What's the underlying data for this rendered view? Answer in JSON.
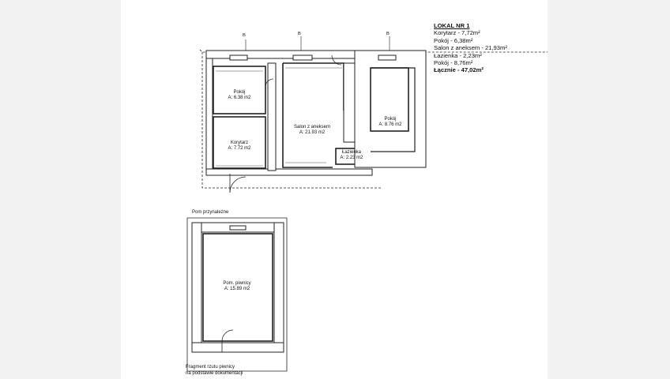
{
  "legend": {
    "title": "LOKAL NR 1",
    "items": [
      {
        "text": "Korytarz - 7,72m²"
      },
      {
        "text": "Pokój - 6,38m²"
      },
      {
        "text": "Salon z aneksem - 21,93m²"
      },
      {
        "text": "Łazienka - 2,23m²"
      },
      {
        "text": "Pokój - 8,76m²"
      }
    ],
    "total": "Łącznie - 47,02m²"
  },
  "rooms": {
    "pokoj_small": {
      "name": "Pokój",
      "area": "A: 6.38 m2"
    },
    "korytarz": {
      "name": "Korytarz",
      "area": "A: 7.72 m2"
    },
    "salon": {
      "name": "Salon z aneksem",
      "area": "A: 21.93 m2"
    },
    "lazienka": {
      "name": "Łazienka",
      "area": "A: 2.23 m2"
    },
    "pokoj_right": {
      "name": "Pokój",
      "area": "A: 8.76 m2"
    },
    "piwnica": {
      "name": "Pom. piwnicy",
      "area": "A: 15.89 m2"
    }
  },
  "basement": {
    "top_label": "Pom przynależne",
    "caption_line1": "Fragment rzutu piwnicy",
    "caption_line2": "na podstawie dokumentacji"
  },
  "markers": {
    "m1": "B",
    "m2": "B",
    "m3": "B"
  }
}
